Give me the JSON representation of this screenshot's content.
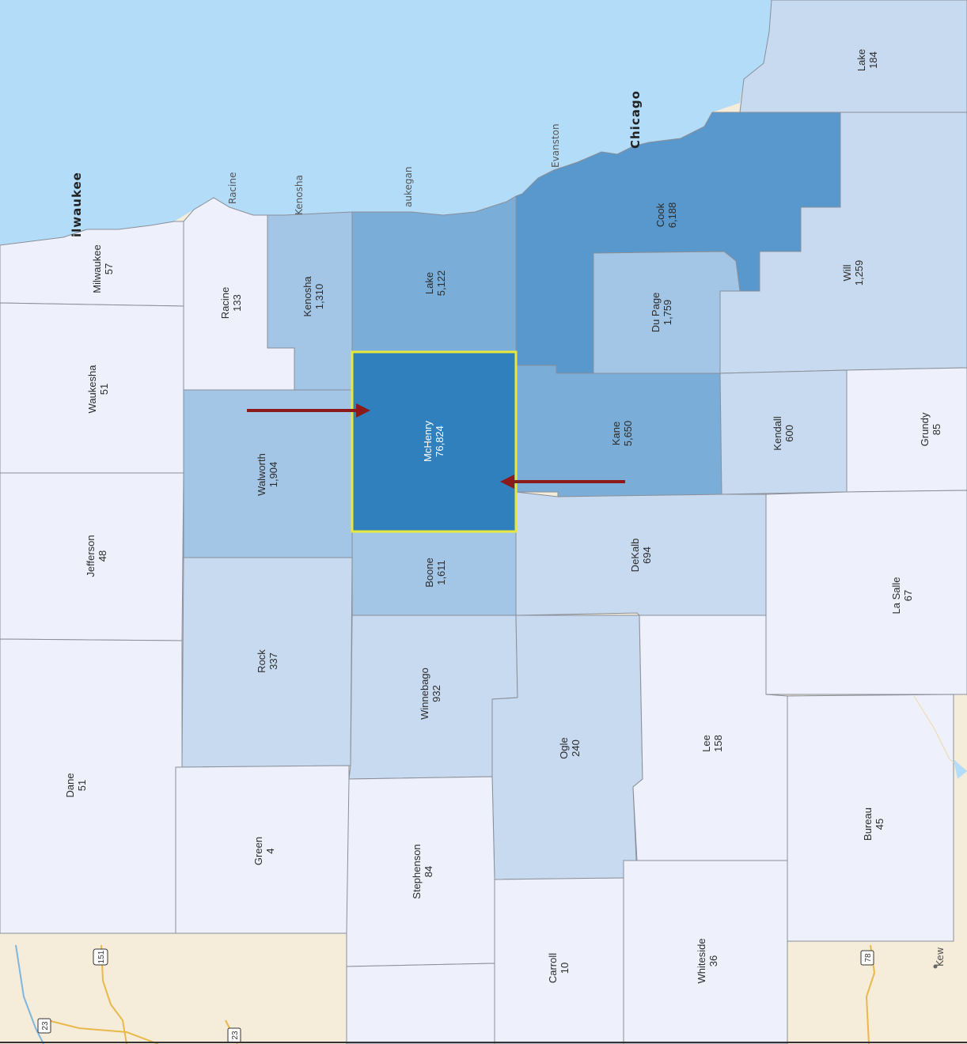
{
  "map": {
    "orientation": "rotated 90° (north is to the left)",
    "colors": {
      "water": "#b3dcf9",
      "land": "#f5ecd9",
      "highlight_border": "#e8e83a",
      "arrow": "#8b1a1a",
      "tier0": "#eef1fb",
      "tier1": "#c8daf0",
      "tier2": "#a3c6e6",
      "tier3": "#7aaed8",
      "tier4": "#5898cc",
      "tier5": "#3080be"
    },
    "counties": [
      {
        "id": "milwaukee",
        "name": "Milwaukee",
        "value": "57",
        "tier": "tier0"
      },
      {
        "id": "racine",
        "name": "Racine",
        "value": "133",
        "tier": "tier0"
      },
      {
        "id": "kenosha",
        "name": "Kenosha",
        "value": "1,310",
        "tier": "tier2"
      },
      {
        "id": "lake-il",
        "name": "Lake",
        "value": "5,122",
        "tier": "tier3"
      },
      {
        "id": "cook",
        "name": "Cook",
        "value": "6,188",
        "tier": "tier4"
      },
      {
        "id": "dupage",
        "name": "Du Page",
        "value": "1,759",
        "tier": "tier2"
      },
      {
        "id": "will",
        "name": "Will",
        "value": "1,259",
        "tier": "tier1"
      },
      {
        "id": "lake-in",
        "name": "Lake",
        "value": "184",
        "tier": "tier1"
      },
      {
        "id": "waukesha",
        "name": "Waukesha",
        "value": "51",
        "tier": "tier0"
      },
      {
        "id": "walworth",
        "name": "Walworth",
        "value": "1,904",
        "tier": "tier2"
      },
      {
        "id": "mchenry",
        "name": "McHenry",
        "value": "76,824",
        "tier": "tier5"
      },
      {
        "id": "kane",
        "name": "Kane",
        "value": "5,650",
        "tier": "tier3"
      },
      {
        "id": "kendall",
        "name": "Kendall",
        "value": "600",
        "tier": "tier1"
      },
      {
        "id": "grundy",
        "name": "Grundy",
        "value": "85",
        "tier": "tier0"
      },
      {
        "id": "jefferson",
        "name": "Jefferson",
        "value": "48",
        "tier": "tier0"
      },
      {
        "id": "boone",
        "name": "Boone",
        "value": "1,611",
        "tier": "tier2"
      },
      {
        "id": "dekalb",
        "name": "DeKalb",
        "value": "694",
        "tier": "tier1"
      },
      {
        "id": "lasalle",
        "name": "La Salle",
        "value": "67",
        "tier": "tier0"
      },
      {
        "id": "rock",
        "name": "Rock",
        "value": "337",
        "tier": "tier1"
      },
      {
        "id": "winnebago",
        "name": "Winnebago",
        "value": "932",
        "tier": "tier1"
      },
      {
        "id": "ogle",
        "name": "Ogle",
        "value": "240",
        "tier": "tier1"
      },
      {
        "id": "lee",
        "name": "Lee",
        "value": "158",
        "tier": "tier0"
      },
      {
        "id": "dane",
        "name": "Dane",
        "value": "51",
        "tier": "tier0"
      },
      {
        "id": "green",
        "name": "Green",
        "value": "4",
        "tier": "tier0"
      },
      {
        "id": "stephenson",
        "name": "Stephenson",
        "value": "84",
        "tier": "tier0"
      },
      {
        "id": "bureau",
        "name": "Bureau",
        "value": "45",
        "tier": "tier0"
      },
      {
        "id": "carroll",
        "name": "Carroll",
        "value": "10",
        "tier": "tier0"
      },
      {
        "id": "whiteside",
        "name": "Whiteside",
        "value": "36",
        "tier": "tier0"
      }
    ],
    "cities": {
      "milwaukee": "ilwaukee",
      "racine": "Racine",
      "kenosha": "Kenosha",
      "waukegan": "aukegan",
      "evanston": "Evanston",
      "chicago": "Chicago",
      "kewanee": "Kew"
    },
    "shields": {
      "us151": "151",
      "us23a": "23",
      "us23b": "23",
      "us78": "78"
    }
  }
}
